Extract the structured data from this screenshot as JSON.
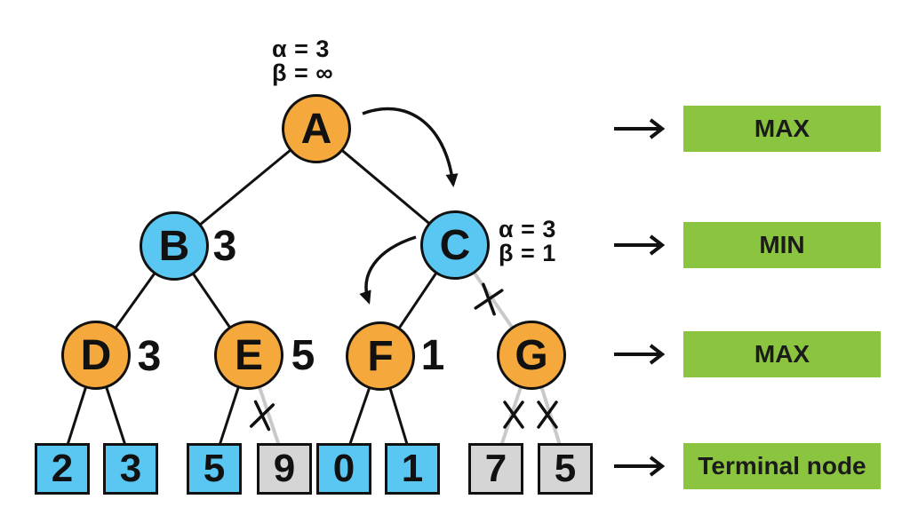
{
  "annotations": {
    "root": {
      "alpha": "α = 3",
      "beta": "β = ∞"
    },
    "node_c": {
      "alpha": "α = 3",
      "beta": "β = 1"
    }
  },
  "tree": {
    "nodes": {
      "A": {
        "label": "A",
        "type": "max"
      },
      "B": {
        "label": "B",
        "type": "min",
        "value": "3"
      },
      "C": {
        "label": "C",
        "type": "min"
      },
      "D": {
        "label": "D",
        "type": "max",
        "value": "3"
      },
      "E": {
        "label": "E",
        "type": "max",
        "value": "5"
      },
      "F": {
        "label": "F",
        "type": "max",
        "value": "1"
      },
      "G": {
        "label": "G",
        "type": "max"
      }
    },
    "terminals": [
      {
        "value": "2",
        "pruned": false
      },
      {
        "value": "3",
        "pruned": false
      },
      {
        "value": "5",
        "pruned": false
      },
      {
        "value": "9",
        "pruned": true
      },
      {
        "value": "0",
        "pruned": false
      },
      {
        "value": "1",
        "pruned": false
      },
      {
        "value": "7",
        "pruned": true
      },
      {
        "value": "5",
        "pruned": true
      }
    ]
  },
  "legend": {
    "rows": [
      {
        "label": "MAX"
      },
      {
        "label": "MIN"
      },
      {
        "label": "MAX"
      },
      {
        "label": "Terminal node"
      }
    ]
  },
  "colors": {
    "max_node": "#F5A93C",
    "min_node": "#59C7F2",
    "terminal_node": "#59C7F2",
    "pruned_node": "#D5D5D5",
    "legend_bg": "#8BC53F",
    "edge": "#111111",
    "pruned_edge": "#C9C9C9",
    "text": "#111111"
  }
}
